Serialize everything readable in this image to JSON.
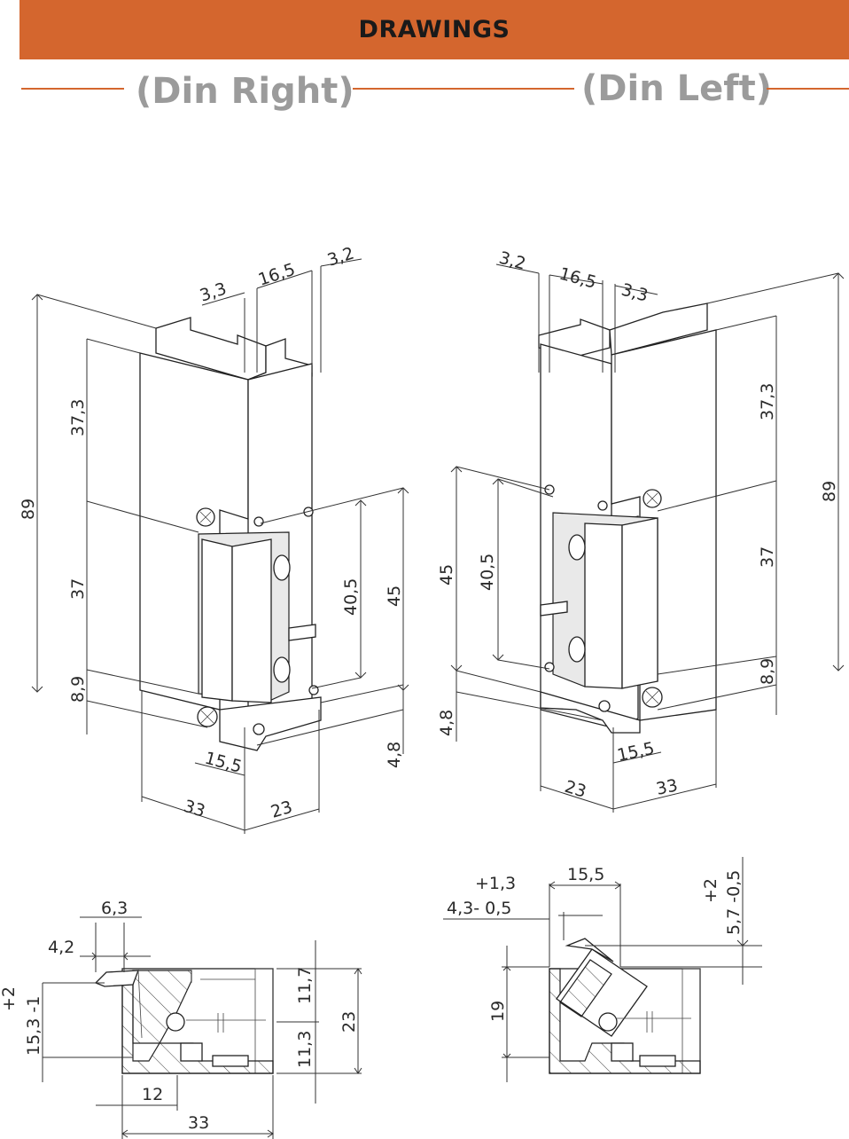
{
  "header": {
    "title": "DRAWINGS"
  },
  "views": {
    "right_label": "(Din Right)",
    "left_label": "(Din Left)"
  },
  "colors": {
    "accent": "#d4662e",
    "label_gray": "#9b9b9b",
    "line": "#333333"
  },
  "dims": {
    "right": {
      "d33a": "3,3",
      "d165": "16,5",
      "d32": "3,2",
      "d373": "37,3",
      "d89": "89",
      "d37": "37",
      "d89b": "8,9",
      "d405": "40,5",
      "d45": "45",
      "d48": "4,8",
      "d155": "15,5",
      "d33": "33",
      "d23": "23"
    },
    "left": {
      "d32": "3,2",
      "d165": "16,5",
      "d33a": "3,3",
      "d373": "37,3",
      "d89": "89",
      "d37": "37",
      "d89b": "8,9",
      "d45": "45",
      "d405": "40,5",
      "d48": "4,8",
      "d155": "15,5",
      "d23": "23",
      "d33": "33"
    },
    "sec1": {
      "d63": "6,3",
      "d42": "4,2",
      "tol": "+2",
      "d153": "15,3 -1",
      "d117": "11,7",
      "d113": "11,3",
      "d23": "23",
      "d12": "12",
      "d33": "33"
    },
    "sec2": {
      "tol13": "+1,3",
      "d43": "4,3- 0,5",
      "d155": "15,5",
      "tol2": "+2",
      "d57": "5,7 -0,5",
      "d19": "19"
    }
  }
}
